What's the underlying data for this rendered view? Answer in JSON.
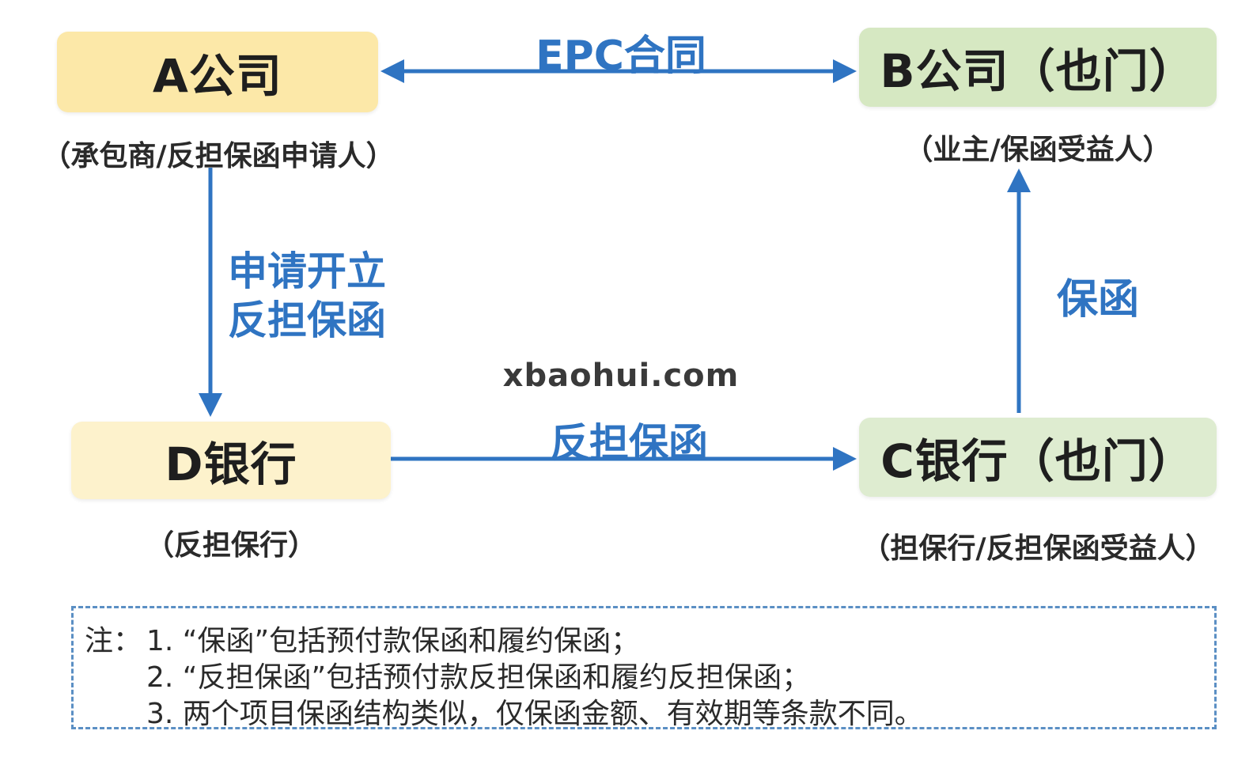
{
  "nodes": {
    "a": {
      "title": "A公司",
      "subtitle": "（承包商/反担保函申请人）"
    },
    "b": {
      "title": "B公司（也门）",
      "subtitle": "（业主/保函受益人）"
    },
    "c": {
      "title": "C银行（也门）",
      "subtitle": "（担保行/反担保函受益人）"
    },
    "d": {
      "title": "D银行",
      "subtitle": "（反担保行）"
    }
  },
  "edges": {
    "a_b": "EPC合同",
    "a_d_line1": "申请开立",
    "a_d_line2": "反担保函",
    "d_c": "反担保函",
    "c_b": "保函"
  },
  "watermark": "xbaohui.com",
  "notes": {
    "prefix": "注：",
    "lines": [
      "1. “保函”包括预付款保函和履约保函；",
      "2. “反担保函”包括预付款反担保函和履约反担保函；",
      "3. 两个项目保函结构类似，仅保函金额、有效期等条款不同。"
    ]
  },
  "colors": {
    "arrow": "#2f74c2",
    "node_a": "#fce8a8",
    "node_b": "#d6e8c2",
    "node_c": "#deecd0",
    "node_d": "#fdf2cc",
    "notes_border": "#5b8fc4"
  }
}
